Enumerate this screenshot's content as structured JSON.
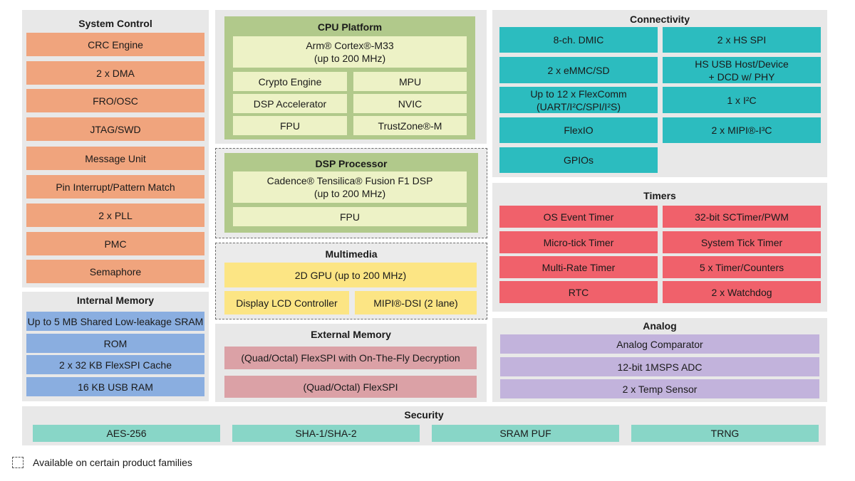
{
  "system_control": {
    "title": "System Control",
    "items": [
      "CRC Engine",
      "2 x DMA",
      "FRO/OSC",
      "JTAG/SWD",
      "Message Unit",
      "Pin Interrupt/Pattern Match",
      "2 x PLL",
      "PMC",
      "Semaphore"
    ]
  },
  "internal_memory": {
    "title": "Internal Memory",
    "items": [
      "Up to 5 MB Shared Low-leakage SRAM",
      "ROM",
      "2 x 32 KB FlexSPI Cache",
      "16 KB USB RAM"
    ]
  },
  "cpu_platform": {
    "title": "CPU Platform",
    "core_line1": "Arm® Cortex®-M33",
    "core_line2": "(up to 200 MHz)",
    "left_items": [
      "Crypto Engine",
      "DSP Accelerator",
      "FPU"
    ],
    "right_items": [
      "MPU",
      "NVIC",
      "TrustZone®-M"
    ]
  },
  "dsp_processor": {
    "title": "DSP Processor",
    "core_line1": "Cadence® Tensilica® Fusion F1 DSP",
    "core_line2": "(up to 200 MHz)",
    "fpu": "FPU"
  },
  "multimedia": {
    "title": "Multimedia",
    "gpu": "2D GPU (up to 200 MHz)",
    "lcd": "Display LCD Controller",
    "mipi": "MIPI®-DSI (2 lane)"
  },
  "external_memory": {
    "title": "External Memory",
    "items": [
      "(Quad/Octal) FlexSPI with On-The-Fly Decryption",
      "(Quad/Octal) FlexSPI"
    ]
  },
  "connectivity": {
    "title": "Connectivity",
    "left_items": [
      "8-ch. DMIC",
      "2 x eMMC/SD",
      "Up to 12 x FlexComm|(UART/I²C/SPI/I²S)",
      "FlexIO",
      "GPIOs"
    ],
    "right_items": [
      "2 x HS SPI",
      "HS USB Host/Device|+ DCD w/ PHY",
      "1 x I²C",
      "2 x MIPI®-I³C"
    ]
  },
  "timers": {
    "title": "Timers",
    "left_items": [
      "OS Event Timer",
      "Micro-tick Timer",
      "Multi-Rate Timer",
      "RTC"
    ],
    "right_items": [
      "32-bit SCTimer/PWM",
      "System Tick Timer",
      "5 x Timer/Counters",
      "2 x Watchdog"
    ]
  },
  "analog": {
    "title": "Analog",
    "items": [
      "Analog Comparator",
      "12-bit 1MSPS ADC",
      "2 x Temp Sensor"
    ]
  },
  "security": {
    "title": "Security",
    "items": [
      "AES-256",
      "SHA-1/SHA-2",
      "SRAM PUF",
      "TRNG"
    ]
  },
  "legend": {
    "text": "Available on certain product families"
  }
}
